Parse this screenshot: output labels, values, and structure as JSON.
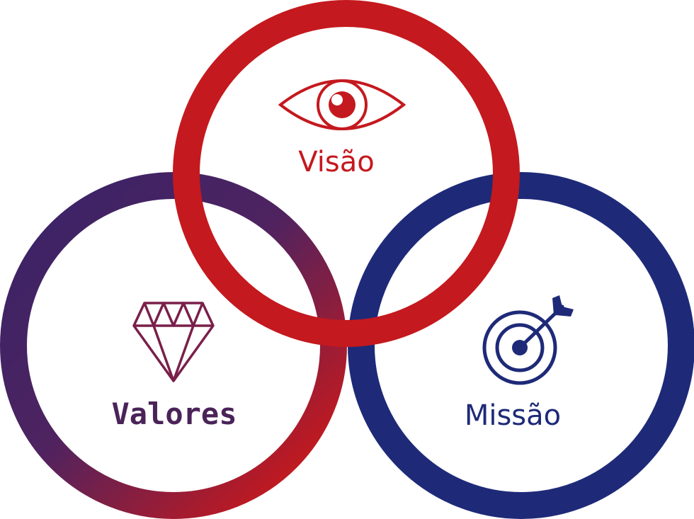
{
  "diagram": {
    "circles": [
      {
        "id": "visao",
        "label": "Visão",
        "icon": "eye-icon",
        "color": "#C4191E"
      },
      {
        "id": "valores",
        "label": "Valores",
        "icon": "diamond-icon",
        "color_start": "#3D2366",
        "color_end": "#C4191E",
        "label_color": "#4A2358"
      },
      {
        "id": "missao",
        "label": "Missão",
        "icon": "target-icon",
        "color": "#1E2A78"
      }
    ]
  }
}
